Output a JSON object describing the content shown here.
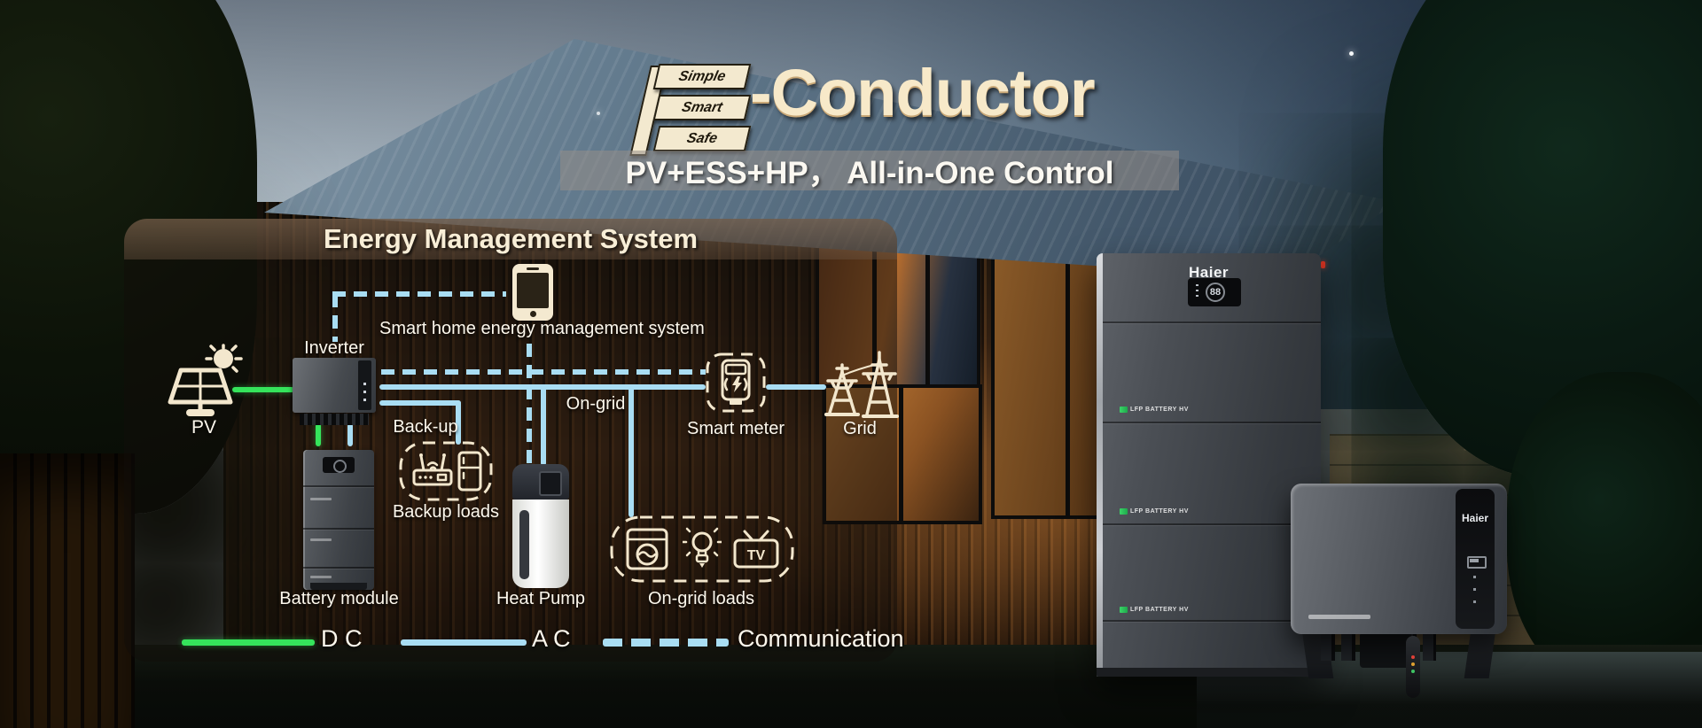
{
  "header": {
    "logo": {
      "lines": [
        "Simple",
        "Smart",
        "Safe"
      ]
    },
    "title": "-Conductor",
    "subtitle": "PV+ESS+HP， All-in-One Control"
  },
  "panel": {
    "title": "Energy Management System"
  },
  "nodes": {
    "phone_label": "Smart home energy management system",
    "inverter": "Inverter",
    "pv": "PV",
    "backup": "Back-up",
    "backup_loads": "Backup loads",
    "battery": "Battery module",
    "heat_pump": "Heat Pump",
    "on_grid": "On-grid",
    "smart_meter": "Smart meter",
    "grid": "Grid",
    "on_grid_loads": "On-grid loads",
    "tv_text": "TV"
  },
  "legend": [
    {
      "type": "dc",
      "label": "D C"
    },
    {
      "type": "ac",
      "label": "A C"
    },
    {
      "type": "communication",
      "label": "Communication"
    }
  ],
  "products": {
    "battery_tower": {
      "brand": "Haier",
      "display_value": "88",
      "module_label": "LFP BATTERY HV"
    },
    "wall_inverter": {
      "brand": "Haier"
    }
  },
  "colors": {
    "dc_green": "#35e45b",
    "ac_blue": "#a9ddf3",
    "communication_blue": "#a9ddf3",
    "icon_cream": "#f3e7cd"
  }
}
